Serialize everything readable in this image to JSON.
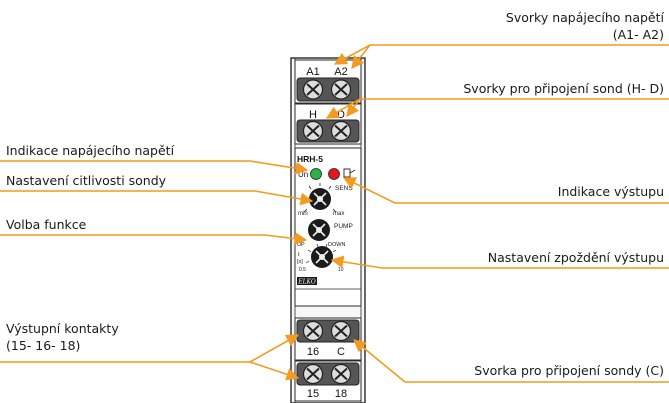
{
  "labels": {
    "supply_terminals_line1": "Svorky napájecího napětí",
    "supply_terminals_line2": "(A1- A2)",
    "probe_terminals": "Svorky pro připojení sond (H- D)",
    "supply_indication": "Indikace napájecího napětí",
    "sensitivity_setting": "Nastavení citlivosti sondy",
    "output_indication": "Indikace výstupu",
    "function_select": "Volba funkce",
    "output_delay": "Nastavení zpoždění výstupu",
    "output_contacts_line1": "Výstupní kontakty",
    "output_contacts_line2": "(15- 16- 18)",
    "probe_terminal_c": "Svorka pro připojení sondy (C)"
  },
  "device": {
    "model": "HRH-5",
    "un_label": "Un",
    "sens_label": "SENS",
    "min_label": "min",
    "max_label": "max",
    "pump_label": "PUMP",
    "up_label": "UP",
    "down_label": "DOWN",
    "delay_unit_t": "t",
    "delay_unit_s": "[s]",
    "delay_min": "0.5",
    "delay_max": "10",
    "brand": "ELKO",
    "terminals": {
      "a1": "A1",
      "a2": "A2",
      "h": "H",
      "d": "D",
      "t16": "16",
      "c": "C",
      "t15": "15",
      "t18": "18"
    }
  },
  "colors": {
    "leader": "#f39a1f",
    "led_un": "#2bb24a",
    "led_out": "#e3161c"
  }
}
